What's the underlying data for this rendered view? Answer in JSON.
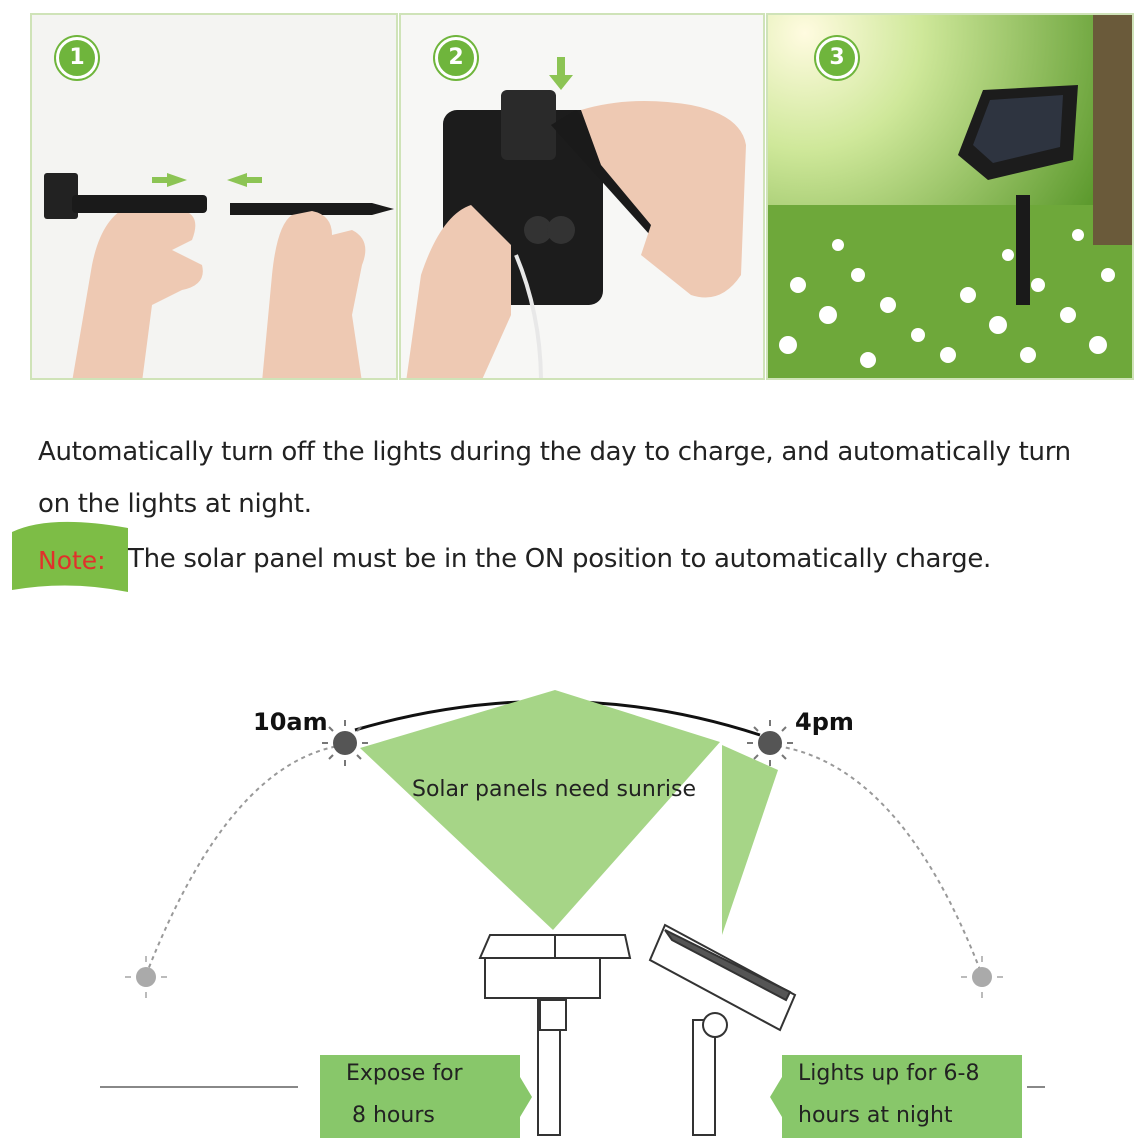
{
  "steps": [
    {
      "number": "1"
    },
    {
      "number": "2"
    },
    {
      "number": "3"
    }
  ],
  "description": "Automatically turn off the lights during the day to charge, and automatically turn on the lights at night.",
  "note": {
    "label": "Note:",
    "text": "The solar panel must be in the ON position to automatically charge."
  },
  "diagram": {
    "time_start": "10am",
    "time_end": "4pm",
    "beam_label": "Solar panels need sunrise",
    "left_box": {
      "line1": "Expose for",
      "line2": "8 hours"
    },
    "right_box": {
      "line1": "Lights up for 6-8",
      "line2": "hours at night"
    }
  },
  "colors": {
    "accent_green": "#6fb53c",
    "beam_green": "#a6d587",
    "box_green": "#88c76a",
    "note_red": "#e0322b"
  }
}
